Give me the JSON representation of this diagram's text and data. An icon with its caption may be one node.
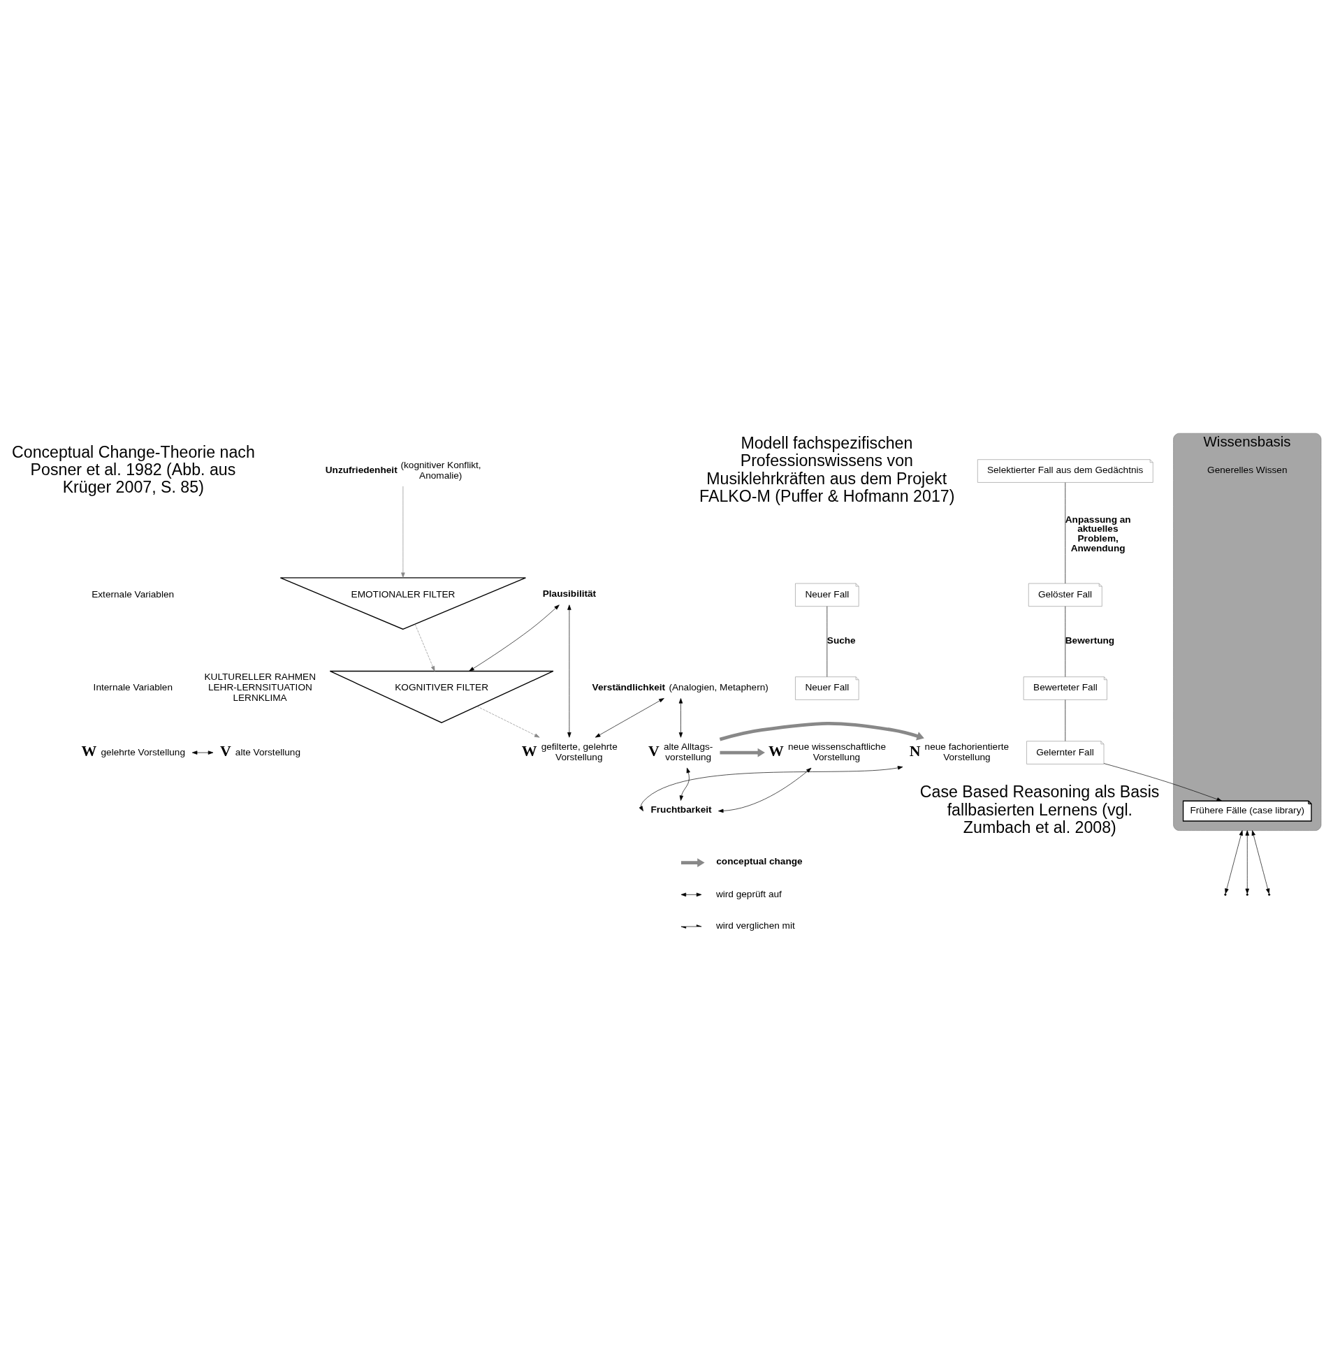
{
  "diagram": {
    "nodes": [
      {
        "text": [
          "W"
        ],
        "beside": [
          "gelehrte Vorstellung"
        ]
      },
      {
        "text": [
          "V"
        ],
        "beside": [
          "alte Vorstellung"
        ]
      },
      {
        "text": [
          "Unzufriedenheit"
        ],
        "beside": [
          "(kognitiver Konflikt, Anomalie)"
        ]
      },
      {
        "text": [
          "EMOTIONALER FILTER"
        ]
      },
      {
        "text": [
          "KOGNITIVER FILTER"
        ]
      },
      {
        "text": [
          "Plausibilität"
        ]
      },
      {
        "text": [
          "W"
        ],
        "beside": [
          "gefilterte, gelehrte Vorstellung"
        ]
      },
      {
        "text": [
          "Verständlichkeit"
        ],
        "beside": [
          "(Analogien, Metaphern)"
        ]
      },
      {
        "text": [
          "N"
        ],
        "beside": [
          "neue fachorientierte Vorstellung"
        ]
      },
      {
        "text": [
          "V"
        ],
        "beside": [
          "alte Alltags- vorstellung"
        ]
      },
      {
        "text": [
          "W"
        ],
        "beside": [
          "neue wissenschaftliche Vorstellung"
        ]
      },
      {
        "text": [
          "Fruchtbarkeit"
        ]
      },
      {
        "text": [
          "Neuer Fall"
        ]
      },
      {
        "text": [
          "Neuer Fall"
        ]
      },
      {
        "text": [
          "Selektierter Fall aus dem Gedächtnis"
        ]
      },
      {
        "text": [
          "Gelöster Fall"
        ]
      },
      {
        "text": [
          "Bewerteter Fall"
        ]
      },
      {
        "text": [
          "Gelernter Fall"
        ]
      },
      {
        "text": [
          "Wissensbasis"
        ]
      },
      {
        "text": [
          "Frühere Fälle (case library)"
        ],
        "in": 18
      }
    ],
    "edges": [
      {
        "from": 0,
        "to": 1,
        "arrow": "both"
      },
      {
        "from": 2,
        "to": 3,
        "arrow": "to",
        "color": "#888888"
      },
      {
        "from": 3,
        "to": 4,
        "arrow": "to",
        "style": "dashed",
        "color": "#888888"
      },
      {
        "from": 4,
        "to": 6,
        "arrow": "to",
        "style": "dashed",
        "color": "#888888"
      },
      {
        "from": 5,
        "to": 4,
        "arrow": "both"
      },
      {
        "from": 5,
        "to": 6,
        "arrow": "both"
      },
      {
        "from": 7,
        "to": 6,
        "arrow": "both"
      },
      {
        "from": 7,
        "to": 9,
        "arrow": "both"
      },
      {
        "from": 9,
        "to": 8,
        "arrow": "to",
        "style": "thick",
        "color": "#888888"
      },
      {
        "from": 9,
        "to": 10,
        "arrow": "to",
        "style": "thick",
        "color": "#888888"
      },
      {
        "from": 11,
        "to": 8,
        "arrow": "both"
      },
      {
        "from": 11,
        "to": 9,
        "arrow": "both"
      },
      {
        "from": 11,
        "to": 10,
        "arrow": "both"
      },
      {
        "from": 12,
        "to": 13,
        "arrow": "none",
        "label": "Suche"
      },
      {
        "from": 14,
        "to": 15,
        "arrow": "none",
        "label": "Anpassung an aktuelles Problem, Anwendung"
      },
      {
        "from": 15,
        "to": 16,
        "arrow": "none",
        "label": "Bewertung"
      },
      {
        "from": 16,
        "to": 17,
        "arrow": "none"
      },
      {
        "from": 17,
        "to": 19,
        "arrow": "to"
      },
      {
        "from": 18,
        "to": null,
        "arrow": "both"
      },
      {
        "from": 18,
        "to": null,
        "arrow": "both"
      },
      {
        "from": 18,
        "to": null,
        "arrow": "both"
      }
    ],
    "labels": [
      "Conceptual Change-Theorie nach Posner et al. 1982 (Abb. aus Krüger 2007, S. 85)",
      "Externale Variablen",
      "KULTURELLER RAHMEN LEHR-LERNSITUATION LERNKLIMA",
      "Internale Variablen",
      "Modell fachspezifischen Professionswissens von Musiklehrkräften aus dem Projekt FALKO-M (Puffer & Hofmann 2017)",
      "Generelles Wissen",
      "Case Based Reasoning als Basis fallbasierten Lernens (vgl. Zumbach et al. 2008)"
    ],
    "legend": [
      {
        "text": "conceptual change"
      },
      {
        "text": "wird geprüft auf"
      },
      {
        "text": "wird verglichen mit"
      }
    ]
  }
}
